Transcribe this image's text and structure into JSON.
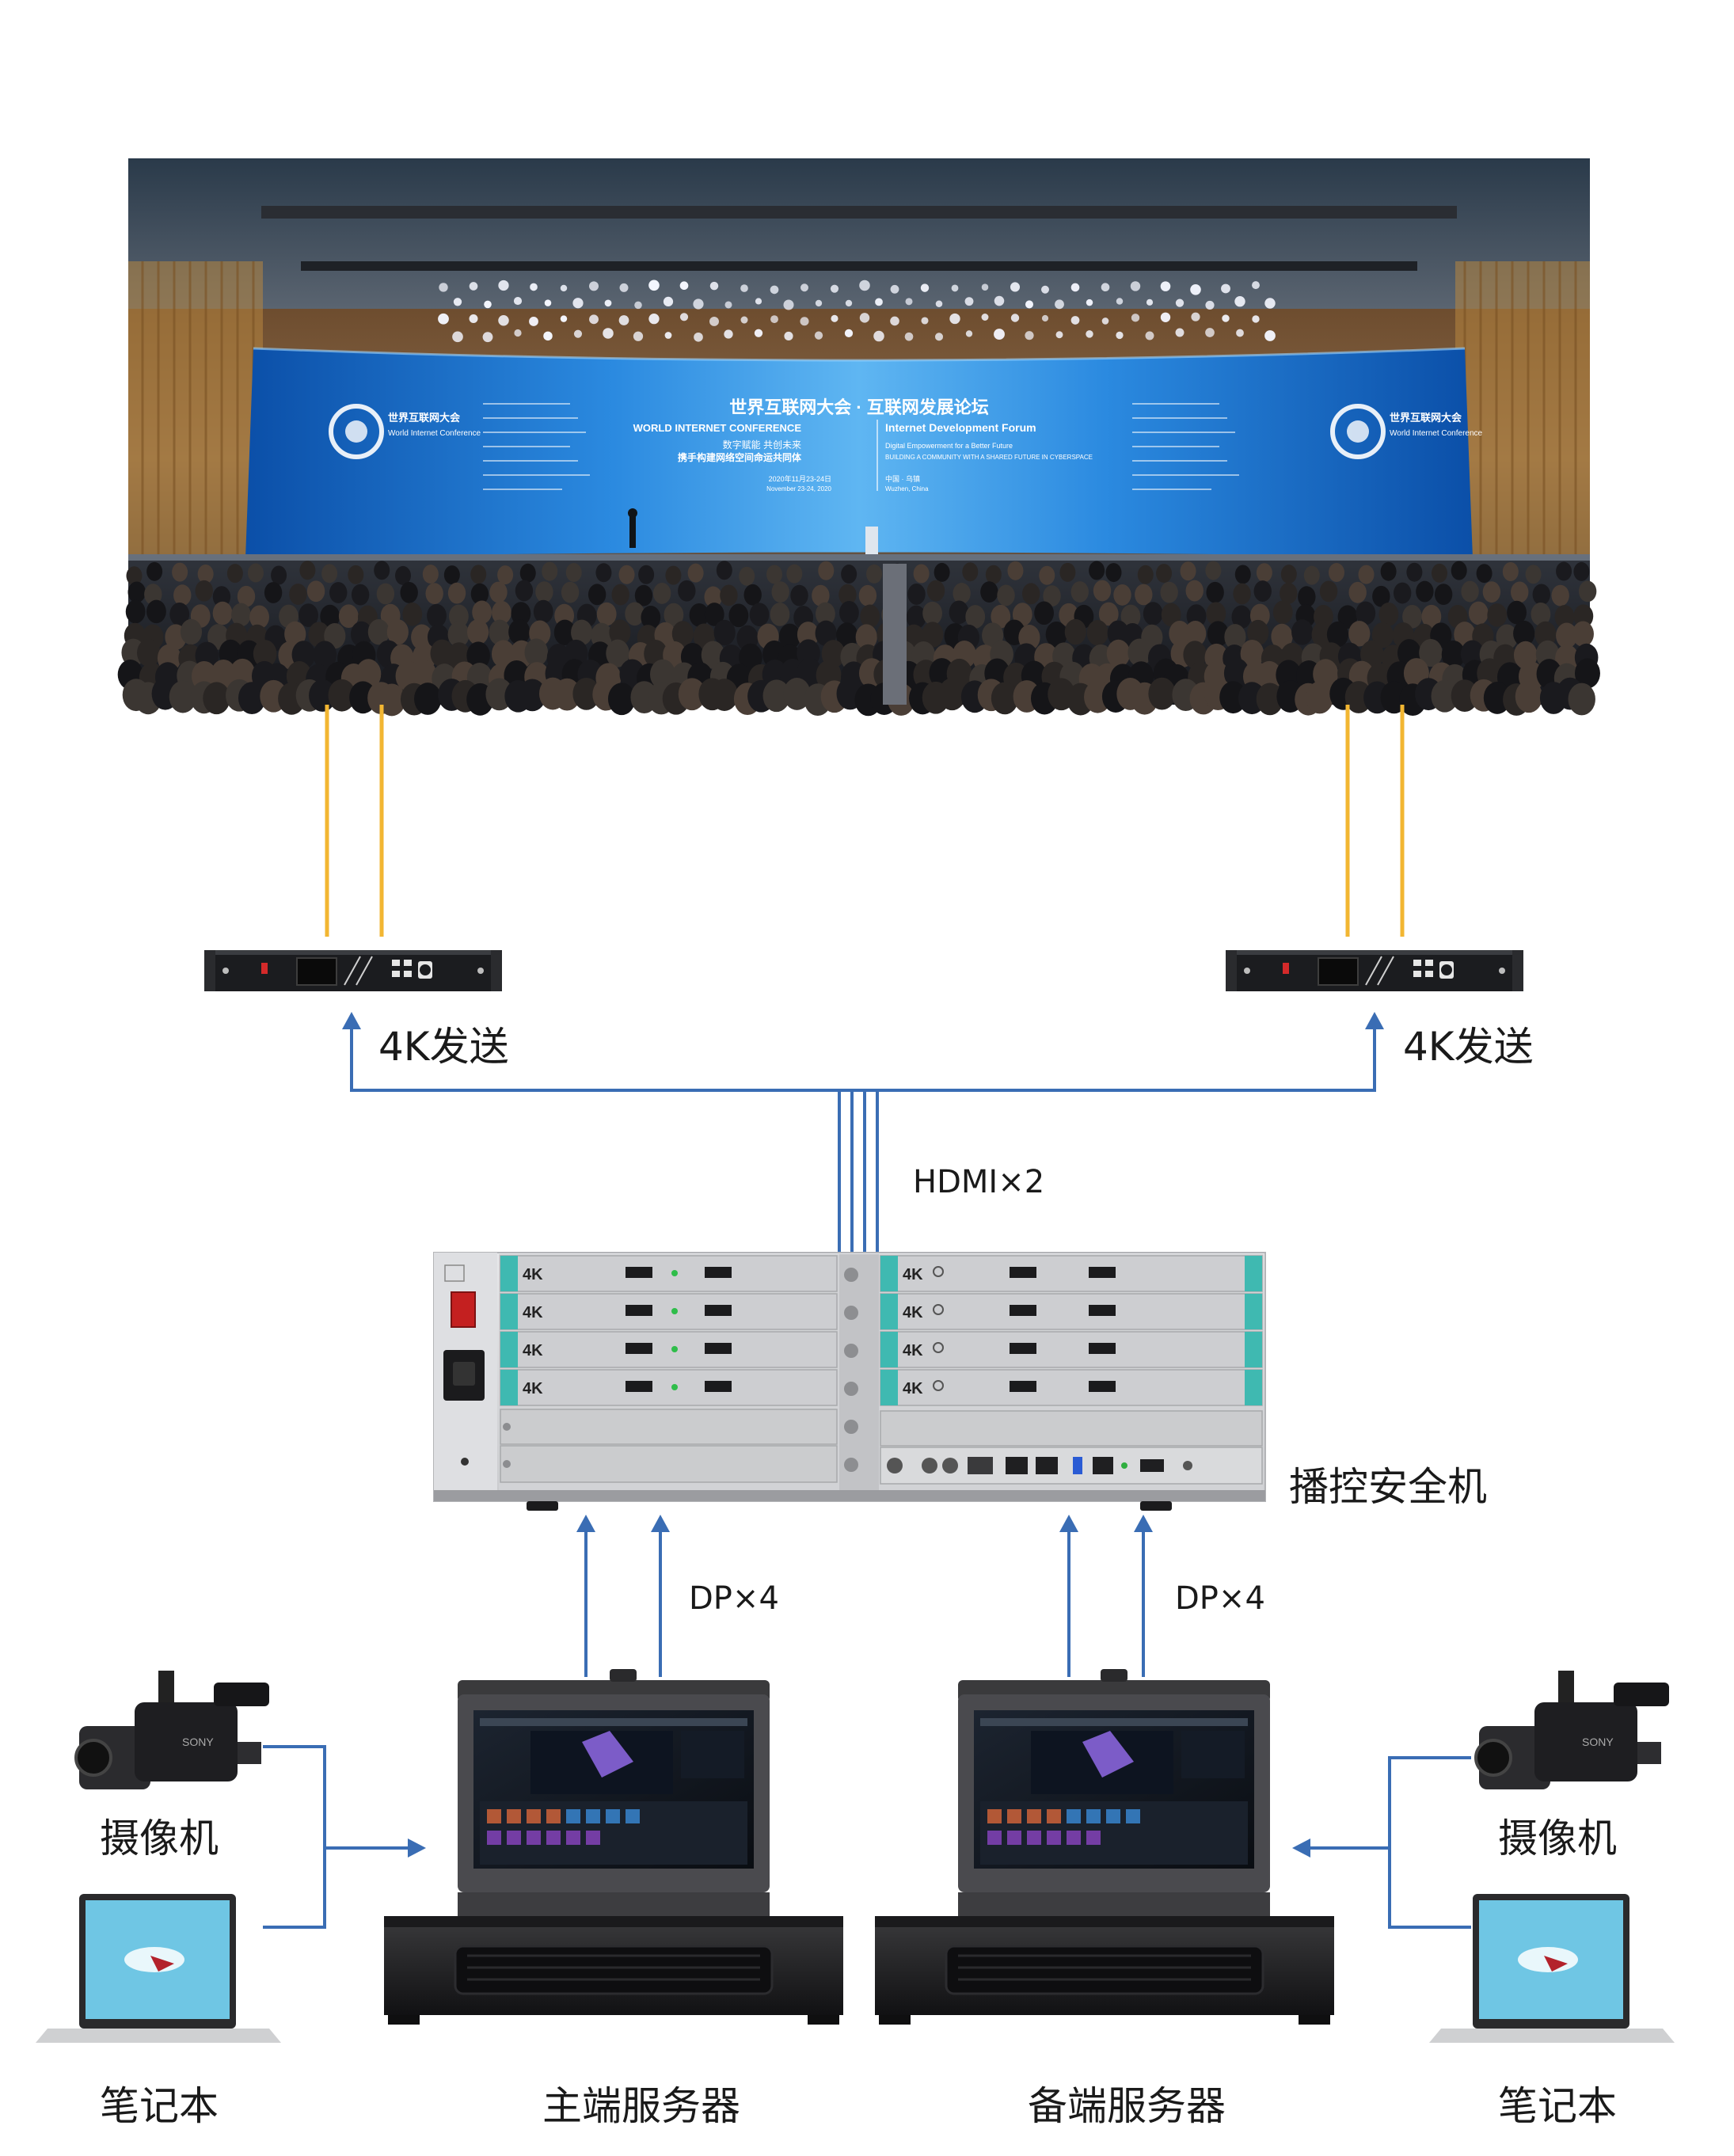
{
  "screen": {
    "title_cn": "世界互联网大会 · 互联网发展论坛",
    "title_en_left": "WORLD INTERNET CONFERENCE",
    "title_en_right": "Internet Development Forum",
    "slogan_cn": "数字赋能  共创未来",
    "slogan_cn2": "携手构建网络空间命运共同体",
    "slogan_en": "Digital Empowerment for a Better Future",
    "slogan_en2": "BUILDING A COMMUNITY WITH A SHARED FUTURE IN CYBERSPACE",
    "date_cn": "2020年11月23-24日",
    "date_en": "November 23-24, 2020",
    "place_cn": "中国 · 乌镇",
    "place_en": "Wuzhen, China",
    "logo_cn": "世界互联网大会",
    "logo_en": "World Internet Conference"
  },
  "devices": {
    "sender_left_label": "4K发送",
    "sender_right_label": "4K发送",
    "hdmi_label": "HDMI×2",
    "controller_label": "播控安全机",
    "dp_left_label": "DP×4",
    "dp_right_label": "DP×4",
    "camera_left_label": "摄像机",
    "camera_right_label": "摄像机",
    "laptop_left_label": "笔记本",
    "laptop_right_label": "笔记本",
    "main_server_label": "主端服务器",
    "backup_server_label": "备端服务器",
    "card_label": "4K"
  },
  "colors": {
    "fiber": "#f2b632",
    "signal": "#3a6db4",
    "chassis": "#d8d9db",
    "card_accent": "#3fb9b1",
    "screen_blue": "#1b6fc4"
  }
}
